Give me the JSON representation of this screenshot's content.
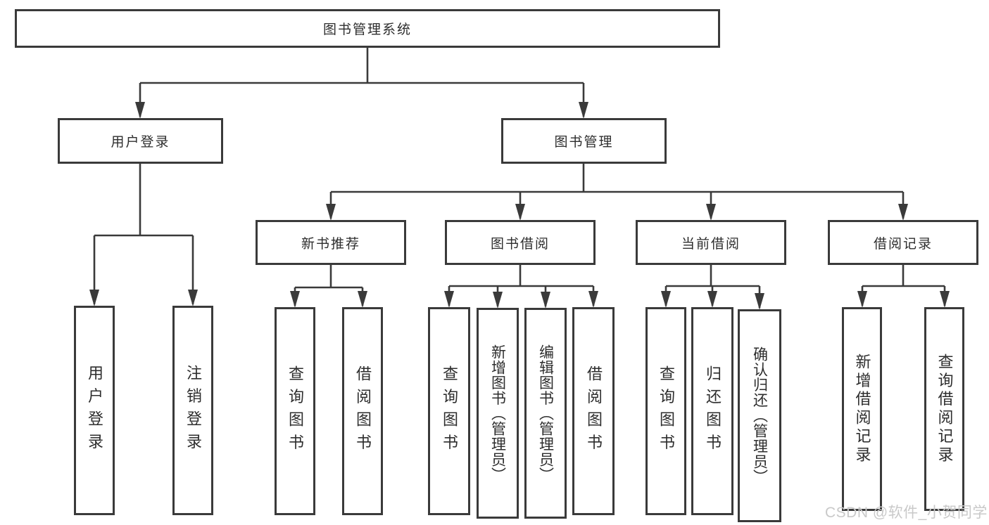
{
  "diagram": {
    "root": {
      "label": "图书管理系统"
    },
    "level2": [
      {
        "label": "用户登录"
      },
      {
        "label": "图书管理"
      }
    ],
    "level3": [
      {
        "label": "新书推荐"
      },
      {
        "label": "图书借阅"
      },
      {
        "label": "当前借阅"
      },
      {
        "label": "借阅记录"
      }
    ],
    "leaves": {
      "user_login": [
        "用户登录",
        "注销登录"
      ],
      "new_books": [
        "查询图书",
        "借阅图书"
      ],
      "borrow": [
        "查询图书",
        "新增图书（管理员）",
        "编辑图书（管理员）",
        "借阅图书"
      ],
      "current": [
        "查询图书",
        "归还图书",
        "确认归还（管理员）"
      ],
      "records": [
        "新增借阅记录",
        "查询借阅记录"
      ]
    }
  },
  "watermark": "CSDN @软件_小贺同学",
  "colors": {
    "line": "#3a3a3a",
    "text": "#2d2d2d",
    "watermark": "#c9c9c9",
    "background": "#ffffff"
  }
}
